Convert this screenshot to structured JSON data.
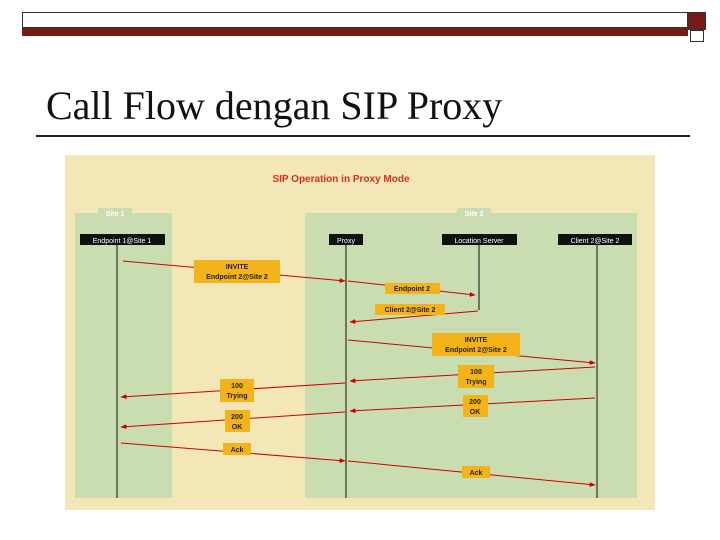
{
  "slide": {
    "title": "Call Flow dengan SIP Proxy"
  },
  "diagram": {
    "title": "SIP Operation in Proxy Mode",
    "regions": [
      {
        "label": "Site 1"
      },
      {
        "label": "Site 2"
      }
    ],
    "participants": [
      {
        "label": "Endpoint 1@Site 1"
      },
      {
        "label": "Proxy"
      },
      {
        "label": "Location Server"
      },
      {
        "label": "Client 2@Site 2"
      }
    ],
    "messages": [
      {
        "lines": [
          "INVITE",
          "Endpoint 2@Site 2"
        ]
      },
      {
        "lines": [
          "Endpoint 2"
        ]
      },
      {
        "lines": [
          "Client 2@Site 2"
        ]
      },
      {
        "lines": [
          "INVITE",
          "Endpoint 2@Site 2"
        ]
      },
      {
        "lines": [
          "100",
          "Trying"
        ]
      },
      {
        "lines": [
          "100",
          "Trying"
        ]
      },
      {
        "lines": [
          "200",
          "OK"
        ]
      },
      {
        "lines": [
          "200",
          "OK"
        ]
      },
      {
        "lines": [
          "Ack"
        ]
      },
      {
        "lines": [
          "Ack"
        ]
      }
    ],
    "colors": {
      "background": "#f3e7b8",
      "region": "#c9ddb0",
      "header": "#111111",
      "label": "#f5b31a",
      "arrow": "#cc0000",
      "title": "#d4301a"
    }
  }
}
